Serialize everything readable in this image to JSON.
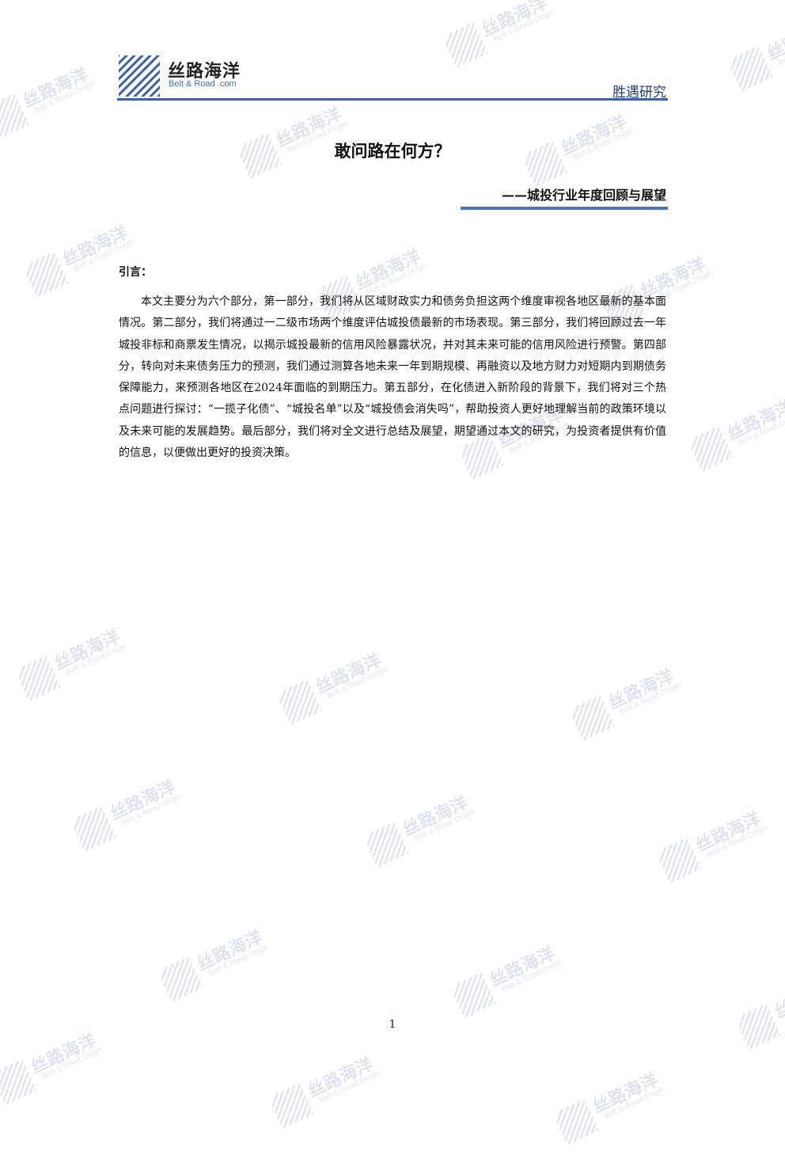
{
  "header": {
    "logo_cn": "丝路海洋",
    "logo_en": "Belt & Road .com",
    "tag": "胜遇研究",
    "brand_color": "#3b63a6"
  },
  "title": "敢问路在何方？",
  "subtitle": "——城投行业年度回顾与展望",
  "intro": {
    "heading": "引言：",
    "body": "本文主要分为六个部分，第一部分，我们将从区域财政实力和债务负担这两个维度审视各地区最新的基本面情况。第二部分，我们将通过一二级市场两个维度评估城投债最新的市场表现。第三部分，我们将回顾过去一年城投非标和商票发生情况，以揭示城投最新的信用风险暴露状况，并对其未来可能的信用风险进行预警。第四部分，转向对未来债务压力的预测，我们通过测算各地未来一年到期规模、再融资以及地方财力对短期内到期债务保障能力，来预测各地区在2024年面临的到期压力。第五部分，在化债进入新阶段的背景下，我们将对三个热点问题进行探讨：“一揽子化债”、“城投名单”以及“城投债会消失吗”，帮助投资人更好地理解当前的政策环境以及未来可能的发展趋势。最后部分，我们将对全文进行总结及展望，期望通过本文的研究，为投资者提供有价值的信息，以便做出更好的投资决策。"
  },
  "page_number": "1",
  "watermark": {
    "cn": "丝路海洋",
    "en": "Belt & Road Origin",
    "icon": "stripes-logo-icon"
  }
}
